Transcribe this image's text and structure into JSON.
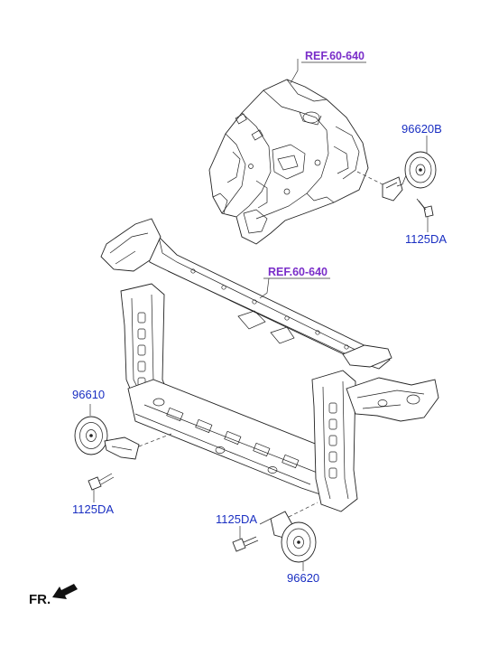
{
  "labels": {
    "ref_top": "REF.60-640",
    "ref_mid": "REF.60-640",
    "horn_right_top": "96620B",
    "bolt_right_top": "1125DA",
    "horn_left": "96610",
    "bolt_left": "1125DA",
    "bolt_bottom": "1125DA",
    "horn_bottom": "96620",
    "front_indicator": "FR."
  },
  "colors": {
    "part_number": "#1a2fc2",
    "reference": "#7a2ec9",
    "line_art": "#222222"
  },
  "icons": {
    "front_arrow": "arrow-down-left-icon"
  }
}
